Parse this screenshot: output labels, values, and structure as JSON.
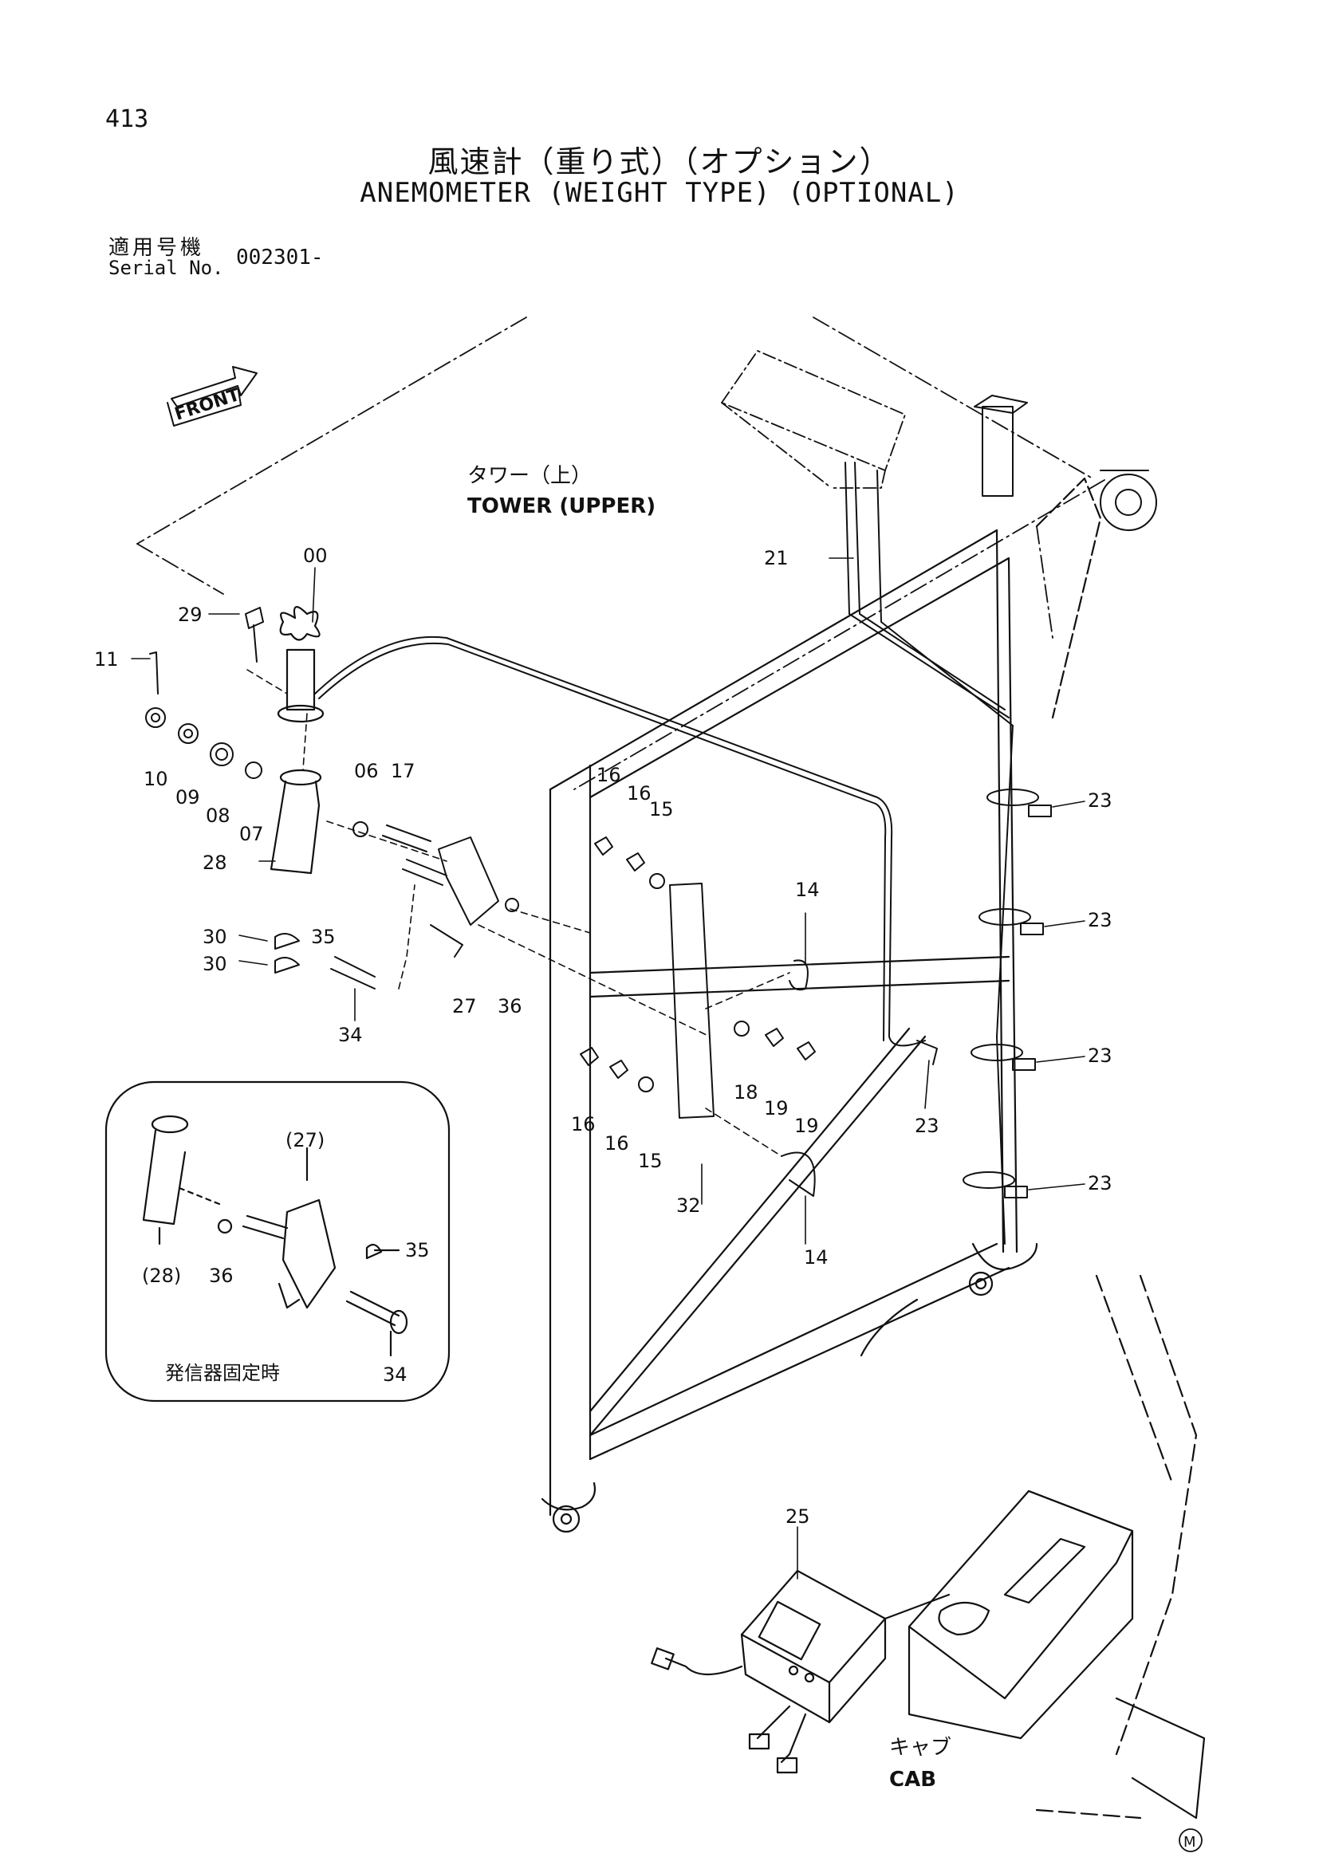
{
  "page_number": "413",
  "title_ja": "風速計（重り式）（オプション）",
  "title_en": "ANEMOMETER (WEIGHT TYPE) (OPTIONAL)",
  "serial": {
    "label_ja": "適用号機",
    "label_en": "Serial No.",
    "value": "002301-"
  },
  "front_label": "FRONT",
  "tower_label_ja": "タワー（上）",
  "tower_label_en": "TOWER (UPPER)",
  "cab_label_ja": "キャブ",
  "cab_label_en": "CAB",
  "inset_caption": "発信器固定時",
  "mark": "M",
  "callouts": {
    "c00": "00",
    "c29": "29",
    "c11": "11",
    "c10": "10",
    "c09": "09",
    "c08": "08",
    "c07": "07",
    "c28": "28",
    "c06": "06",
    "c17": "17",
    "c30a": "30",
    "c30b": "30",
    "c35": "35",
    "c34": "34",
    "c27": "27",
    "c36": "36",
    "c21": "21",
    "c16a": "16",
    "c16b": "16",
    "c15a": "15",
    "c14a": "14",
    "c16c": "16",
    "c16d": "16",
    "c15b": "15",
    "c18": "18",
    "c19a": "19",
    "c19b": "19",
    "c32": "32",
    "c14b": "14",
    "c23a": "23",
    "c23b": "23",
    "c23c": "23",
    "c23d": "23",
    "c23e": "23",
    "c25": "25",
    "i27": "(27)",
    "i28": "(28)",
    "i36": "36",
    "i35": "35",
    "i34": "34"
  }
}
